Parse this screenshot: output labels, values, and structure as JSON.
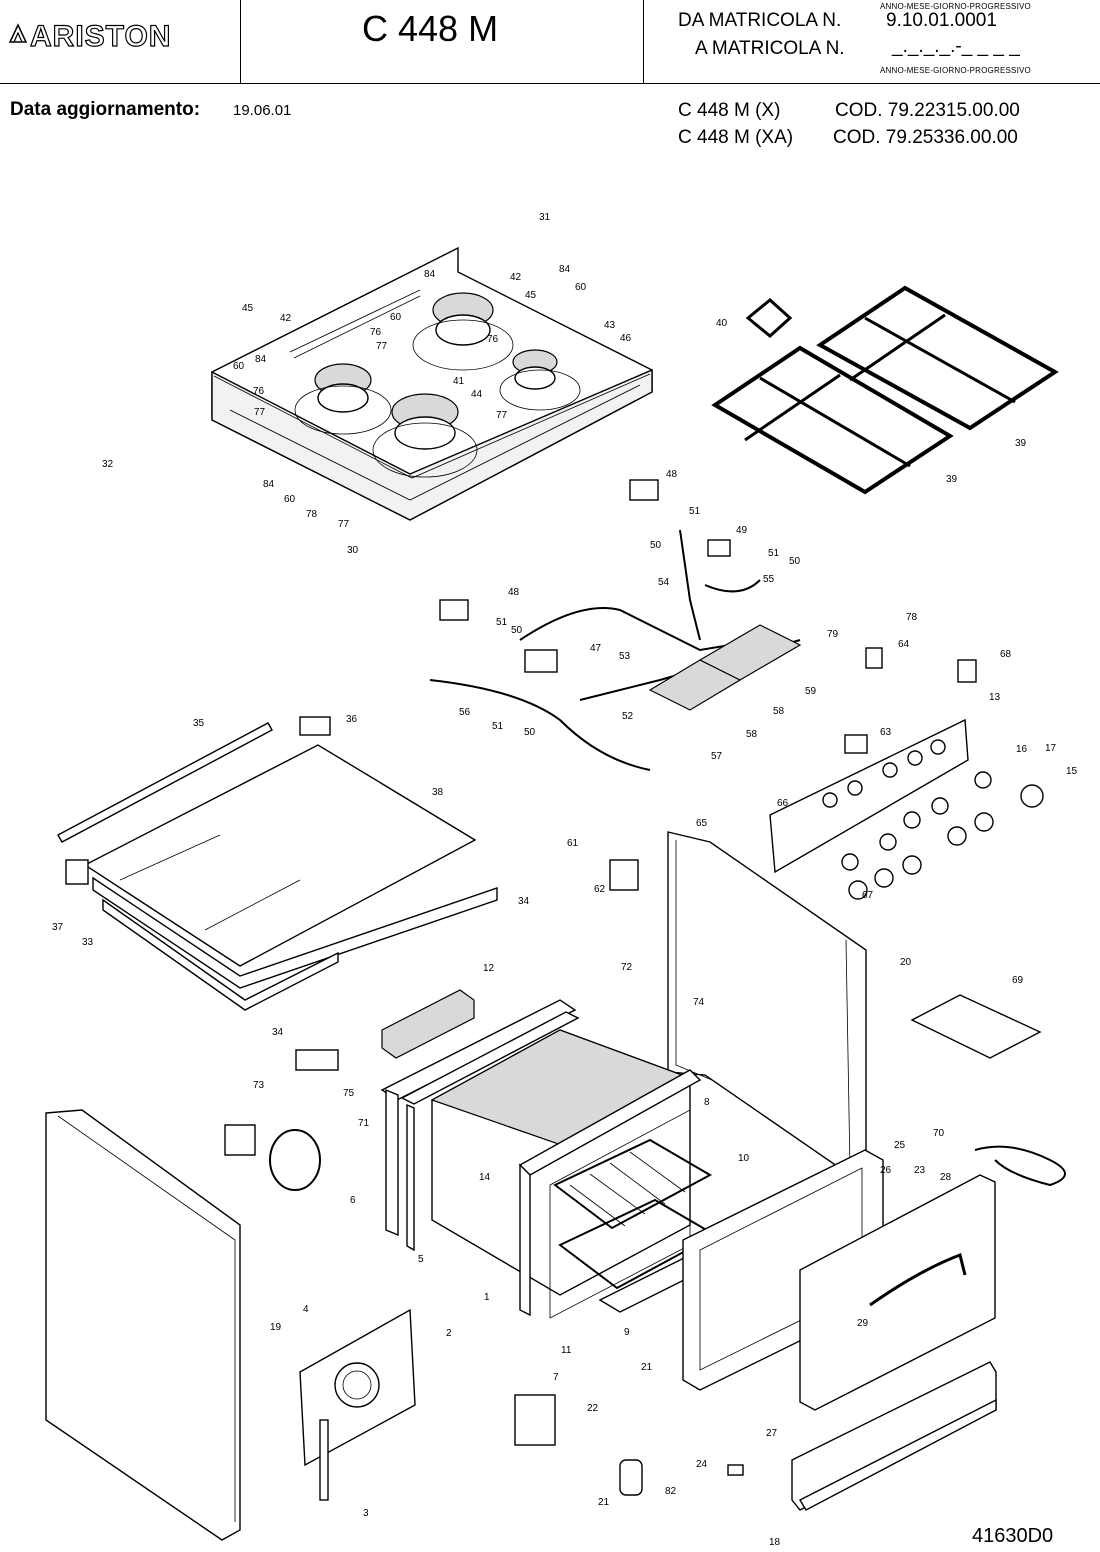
{
  "header": {
    "brand": "ARISTON",
    "model": "C 448 M",
    "da_matricola_label": "DA MATRICOLA  N.",
    "da_matricola_value": "9.10.01.0001",
    "a_matricola_label": "A MATRICOLA  N.",
    "a_matricola_value": "_._._._.-_ _ _ _",
    "serial_format_top": "ANNO-MESE-GIORNO-PROGRESSIVO",
    "serial_format_bottom": "ANNO-MESE-GIORNO-PROGRESSIVO"
  },
  "update": {
    "label": "Data aggiornamento:",
    "date": "19.06.01"
  },
  "codes": [
    {
      "variant": "C 448 M (X)",
      "code": "COD. 79.22315.00.00"
    },
    {
      "variant": "C 448 M (XA)",
      "code": "COD. 79.25336.00.00"
    }
  ],
  "drawing_ref": "41630D0",
  "callouts": [
    "31",
    "84",
    "42",
    "84",
    "45",
    "60",
    "45",
    "42",
    "60",
    "76",
    "77",
    "76",
    "43",
    "46",
    "60",
    "84",
    "41",
    "76",
    "44",
    "77",
    "77",
    "32",
    "84",
    "60",
    "78",
    "77",
    "30",
    "40",
    "39",
    "39",
    "48",
    "51",
    "50",
    "49",
    "51",
    "50",
    "54",
    "55",
    "48",
    "51",
    "50",
    "47",
    "53",
    "56",
    "51",
    "50",
    "52",
    "59",
    "58",
    "58",
    "57",
    "78",
    "79",
    "64",
    "68",
    "13",
    "63",
    "16",
    "17",
    "15",
    "35",
    "36",
    "38",
    "66",
    "65",
    "67",
    "61",
    "62",
    "37",
    "33",
    "34",
    "34",
    "20",
    "12",
    "72",
    "74",
    "69",
    "75",
    "73",
    "71",
    "8",
    "14",
    "10",
    "6",
    "5",
    "1",
    "25",
    "26",
    "23",
    "28",
    "70",
    "29",
    "9",
    "11",
    "4",
    "2",
    "19",
    "21",
    "7",
    "22",
    "24",
    "27",
    "3",
    "21",
    "82",
    "18"
  ]
}
